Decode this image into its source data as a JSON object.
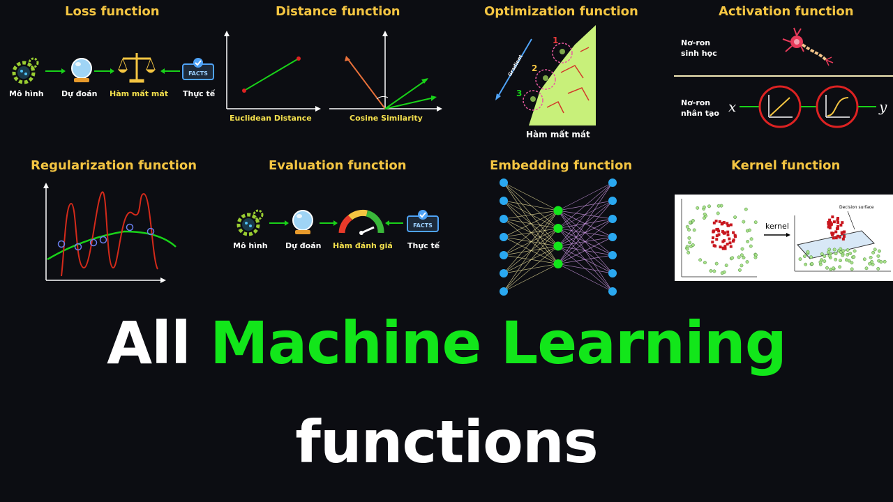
{
  "colors": {
    "background": "#0c0d12",
    "title_accent": "#f4c542",
    "hero_green": "#12e61a",
    "hero_white": "#ffffff"
  },
  "panels": {
    "loss": {
      "title": "Loss function",
      "labels": {
        "model": "Mô hình",
        "predict": "Dự đoán",
        "loss": "Hàm mất mát",
        "facts": "Thực tế",
        "facts_tag": "FACTS"
      }
    },
    "distance": {
      "title": "Distance function",
      "euclidean": "Euclidean Distance",
      "cosine": "Cosine Similarity"
    },
    "optimization": {
      "title": "Optimization function",
      "gradient": "Gradient",
      "steps": [
        "1",
        "2",
        "3"
      ],
      "caption": "Hàm mất mát"
    },
    "activation": {
      "title": "Activation function",
      "bio_neuron": "Nơ-ron sinh học",
      "artificial_neuron": "Nơ-ron nhân tạo",
      "x": "x",
      "y": "y"
    },
    "regularization": {
      "title": "Regularization function"
    },
    "evaluation": {
      "title": "Evaluation function",
      "labels": {
        "model": "Mô hình",
        "predict": "Dự đoán",
        "eval": "Hàm đánh giá",
        "facts": "Thực tế",
        "facts_tag": "FACTS"
      }
    },
    "embedding": {
      "title": "Embedding function"
    },
    "kernel": {
      "title": "Kernel function",
      "kernel_label": "kernel",
      "decision_surface": "Decision surface"
    }
  },
  "hero": {
    "word1": "All",
    "word2": "Machine Learning",
    "line2": "functions"
  }
}
